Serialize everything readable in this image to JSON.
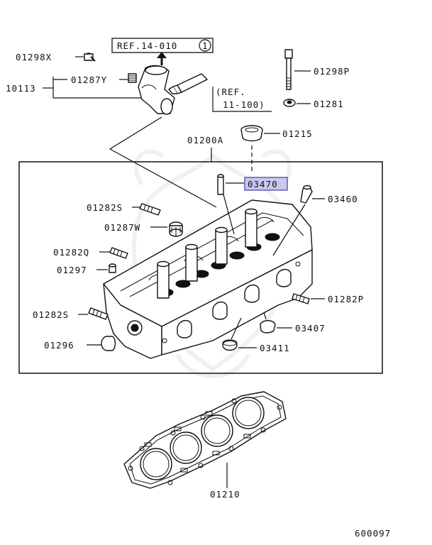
{
  "diagram_id": "600097",
  "references": {
    "ref1": "REF.14-010",
    "ref1_circle": "1",
    "ref2_line1": "(REF.",
    "ref2_line2": "11-100)"
  },
  "assembly": {
    "label": "01200A",
    "housing_assembly": "10113",
    "highlighted_part": "03470"
  },
  "parts": {
    "p01298X": "01298X",
    "p01287Y": "01287Y",
    "p10113": "10113",
    "p01298P": "01298P",
    "p01281": "01281",
    "p01215": "01215",
    "p01200A": "01200A",
    "p03470": "03470",
    "p03460": "03460",
    "p01282S_top": "01282S",
    "p01287W": "01287W",
    "p01282Q": "01282Q",
    "p01297": "01297",
    "p01282P": "01282P",
    "p01282S_bot": "01282S",
    "p03407": "03407",
    "p01296": "01296",
    "p03411": "03411",
    "p01210": "01210"
  },
  "colors": {
    "line": "#111111",
    "highlight_fill": "#c8c8ee",
    "highlight_stroke": "#4a4aa8",
    "watermark": "#e6e6e6"
  },
  "icons": {
    "arrow": "arrow-up-icon"
  }
}
